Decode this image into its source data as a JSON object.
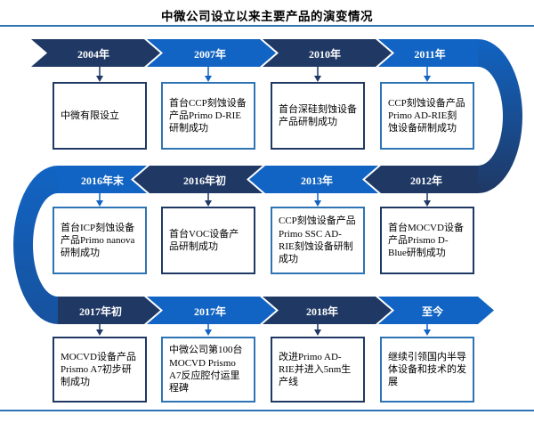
{
  "title": "中微公司设立以来主要产品的演变情况",
  "colors": {
    "navy": "#1f3864",
    "blue": "#1164c3",
    "blue_deep": "#17529e",
    "rule": "#2e74b5",
    "box_border_navy": "#1f3864",
    "box_border_blue": "#2e74b5",
    "year_text": "#ffffff"
  },
  "timeline": {
    "rows": [
      {
        "direction": "right",
        "items": [
          {
            "year": "2004年",
            "desc": "中微有限设立"
          },
          {
            "year": "2007年",
            "desc": "首台CCP刻蚀设备产品Primo D-RIE研制成功"
          },
          {
            "year": "2010年",
            "desc": "首台深硅刻蚀设备产品研制成功"
          },
          {
            "year": "2011年",
            "desc": "CCP刻蚀设备产品Primo AD-RIE刻蚀设备研制成功"
          }
        ]
      },
      {
        "direction": "left",
        "items": [
          {
            "year": "2016年末",
            "desc": "首台ICP刻蚀设备产品Primo nanova研制成功"
          },
          {
            "year": "2016年初",
            "desc": "首台VOC设备产品研制成功"
          },
          {
            "year": "2013年",
            "desc": "CCP刻蚀设备产品Primo SSC AD-RIE刻蚀设备研制成功"
          },
          {
            "year": "2012年",
            "desc": "首台MOCVD设备产品Prismo D-Blue研制成功"
          }
        ]
      },
      {
        "direction": "right",
        "items": [
          {
            "year": "2017年初",
            "desc": "MOCVD设备产品Prismo A7初步研制成功"
          },
          {
            "year": "2017年",
            "desc": "中微公司第100台MOCVD Prismo A7反应腔付运里程碑"
          },
          {
            "year": "2018年",
            "desc": "改进Primo AD-RIE并进入5nm生产线"
          },
          {
            "year": "至今",
            "desc": "继续引领国内半导体设备和技术的发展"
          }
        ]
      }
    ]
  }
}
